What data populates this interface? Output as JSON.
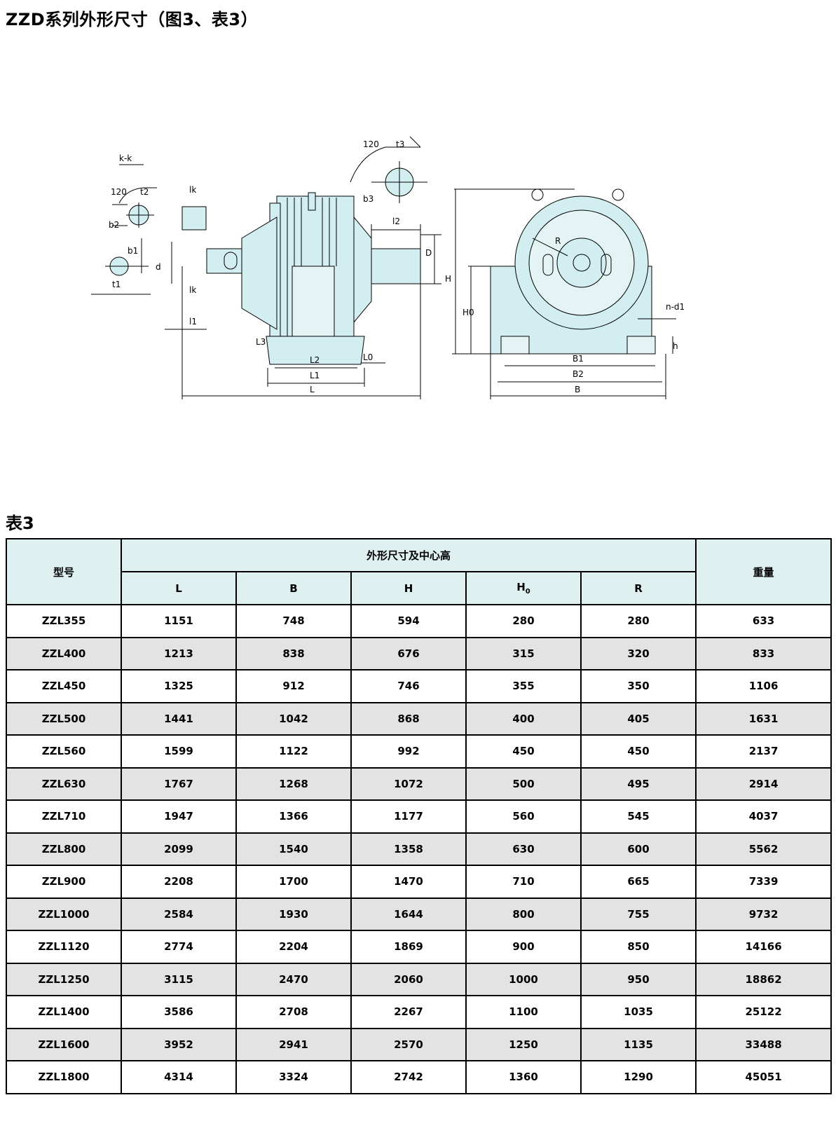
{
  "page": {
    "title": "ZZD系列外形尺寸（图3、表3）",
    "table_caption": "表3"
  },
  "drawing": {
    "labels": {
      "kk": "k-k",
      "a120_left": "120",
      "t2": "t2",
      "b2": "b2",
      "b1": "b1",
      "t1": "t1",
      "d": "d",
      "k_top": "lk",
      "k_bottom": "lk",
      "l1": "l1",
      "L3": "L3",
      "L2": "L2",
      "L1": "L1",
      "L0": "L0",
      "L": "L",
      "a120_top": "120",
      "t3": "t3",
      "b3": "b3",
      "l2": "l2",
      "D": "D",
      "H": "H",
      "H0": "H0",
      "R": "R",
      "nd1": "n-d1",
      "h": "h",
      "B1": "B1",
      "B2": "B2",
      "B": "B"
    }
  },
  "table": {
    "header": {
      "model": "型号",
      "group": "外形尺寸及中心高",
      "weight": "重量",
      "L": "L",
      "B": "B",
      "H": "H",
      "H0_base": "H",
      "H0_sub": "0",
      "R": "R"
    },
    "rows": [
      [
        "ZZL355",
        "1151",
        "748",
        "594",
        "280",
        "280",
        "633"
      ],
      [
        "ZZL400",
        "1213",
        "838",
        "676",
        "315",
        "320",
        "833"
      ],
      [
        "ZZL450",
        "1325",
        "912",
        "746",
        "355",
        "350",
        "1106"
      ],
      [
        "ZZL500",
        "1441",
        "1042",
        "868",
        "400",
        "405",
        "1631"
      ],
      [
        "ZZL560",
        "1599",
        "1122",
        "992",
        "450",
        "450",
        "2137"
      ],
      [
        "ZZL630",
        "1767",
        "1268",
        "1072",
        "500",
        "495",
        "2914"
      ],
      [
        "ZZL710",
        "1947",
        "1366",
        "1177",
        "560",
        "545",
        "4037"
      ],
      [
        "ZZL800",
        "2099",
        "1540",
        "1358",
        "630",
        "600",
        "5562"
      ],
      [
        "ZZL900",
        "2208",
        "1700",
        "1470",
        "710",
        "665",
        "7339"
      ],
      [
        "ZZL1000",
        "2584",
        "1930",
        "1644",
        "800",
        "755",
        "9732"
      ],
      [
        "ZZL1120",
        "2774",
        "2204",
        "1869",
        "900",
        "850",
        "14166"
      ],
      [
        "ZZL1250",
        "3115",
        "2470",
        "2060",
        "1000",
        "950",
        "18862"
      ],
      [
        "ZZL1400",
        "3586",
        "2708",
        "2267",
        "1100",
        "1035",
        "25122"
      ],
      [
        "ZZL1600",
        "3952",
        "2941",
        "2570",
        "1250",
        "1135",
        "33488"
      ],
      [
        "ZZL1800",
        "4314",
        "3324",
        "2742",
        "1360",
        "1290",
        "45051"
      ]
    ]
  },
  "colors": {
    "header_bg": "#dff0f1",
    "stripe_bg": "#e3e3e3",
    "machine_fill": "#d3eef0"
  }
}
